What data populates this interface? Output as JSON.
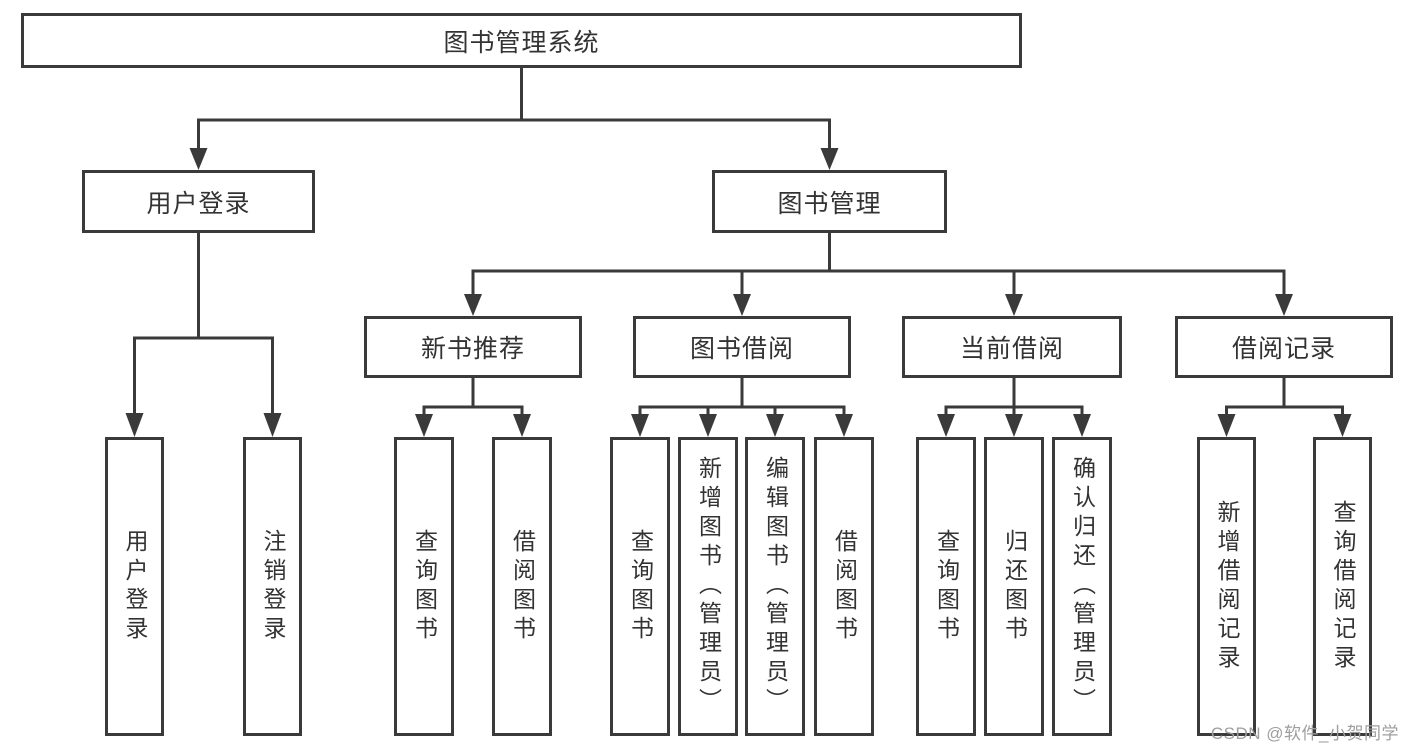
{
  "page": {
    "background": "#ffffff",
    "line_color": "#3a3a3a",
    "text_color": "#333333",
    "watermark_color": "#9e9e9e",
    "watermark": "CSDN @软件_小贺同学"
  },
  "tree": {
    "label": "图书管理系统",
    "children": [
      {
        "label": "用户登录",
        "children": [
          {
            "label": "用户登录"
          },
          {
            "label": "注销登录"
          }
        ]
      },
      {
        "label": "图书管理",
        "children": [
          {
            "label": "新书推荐",
            "children": [
              {
                "label": "查询图书"
              },
              {
                "label": "借阅图书"
              }
            ]
          },
          {
            "label": "图书借阅",
            "children": [
              {
                "label": "查询图书"
              },
              {
                "label": "新增图书（管理员）"
              },
              {
                "label": "编辑图书（管理员）"
              },
              {
                "label": "借阅图书"
              }
            ]
          },
          {
            "label": "当前借阅",
            "children": [
              {
                "label": "查询图书"
              },
              {
                "label": "归还图书"
              },
              {
                "label": "确认归还（管理员）"
              }
            ]
          },
          {
            "label": "借阅记录",
            "children": [
              {
                "label": "新增借阅记录"
              },
              {
                "label": "查询借阅记录"
              }
            ]
          }
        ]
      }
    ]
  }
}
